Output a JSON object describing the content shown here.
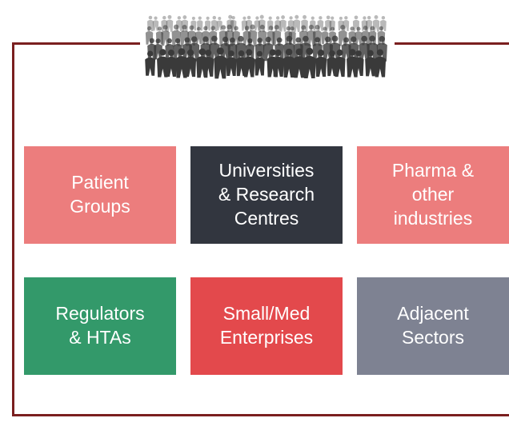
{
  "boxes": [
    {
      "id": "patient-groups",
      "label": "Patient\nGroups",
      "bg": "#ec7d7d",
      "fg": "#ffffff"
    },
    {
      "id": "universities",
      "label": "Universities\n& Research\nCentres",
      "bg": "#32363f",
      "fg": "#ffffff"
    },
    {
      "id": "pharma",
      "label": "Pharma &\nother\nindustries",
      "bg": "#ec7d7d",
      "fg": "#ffffff"
    },
    {
      "id": "regulators",
      "label": "Regulators\n& HTAs",
      "bg": "#33996a",
      "fg": "#ffffff"
    },
    {
      "id": "small-med",
      "label": "Small/Med\nEnterprises",
      "bg": "#e3494c",
      "fg": "#ffffff"
    },
    {
      "id": "adjacent",
      "label": "Adjacent\nSectors",
      "bg": "#7e8292",
      "fg": "#ffffff"
    }
  ],
  "colors": {
    "frame": "#7a1f1f",
    "crowd": "#3a3a3a"
  },
  "icons": {
    "crowd": "crowd-of-people-icon"
  }
}
